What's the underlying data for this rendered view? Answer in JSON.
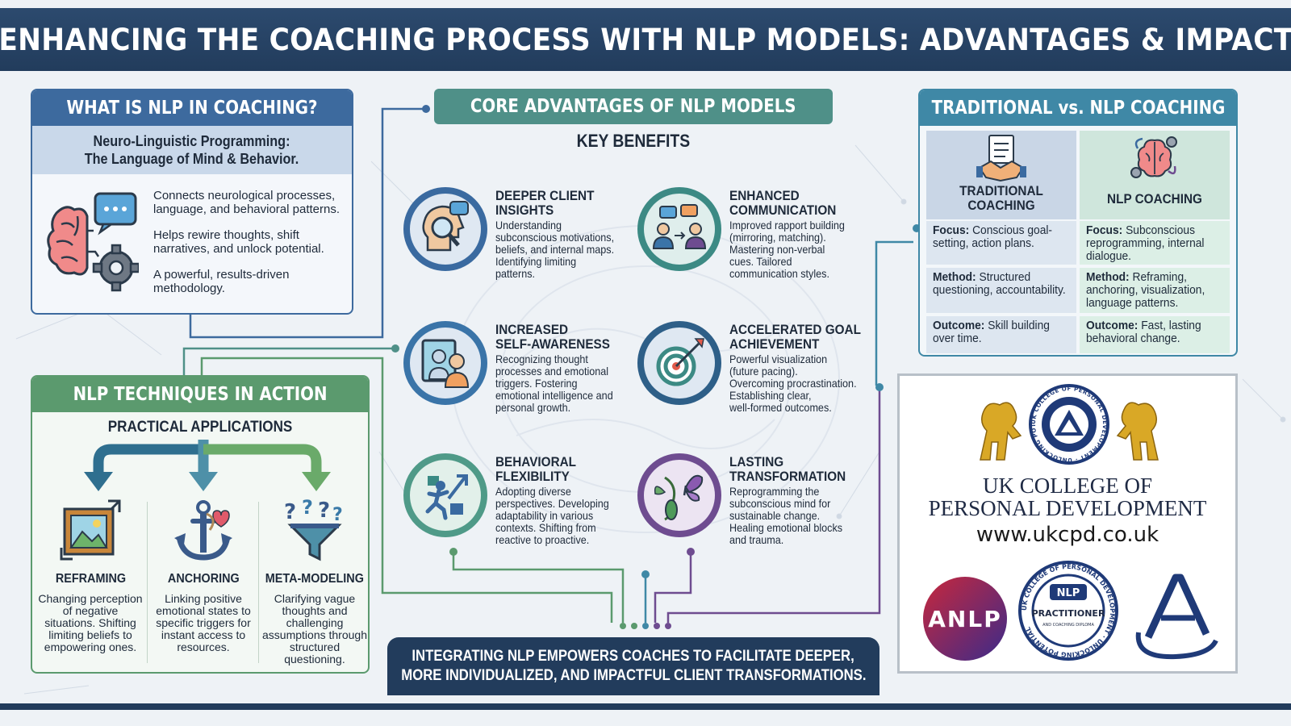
{
  "header": {
    "title": "ENHANCING THE COACHING PROCESS WITH NLP MODELS: ADVANTAGES & IMPACT"
  },
  "what_is": {
    "title": "WHAT IS NLP IN COACHING?",
    "subtitle_line1": "Neuro-Linguistic Programming:",
    "subtitle_line2": "The Language of Mind & Behavior.",
    "points": [
      "Connects neurological processes, language, and behavioral patterns.",
      "Helps rewire thoughts, shift narratives, and unlock potential.",
      "A powerful, results-driven methodology."
    ],
    "icon": "brain-speech-gear-icon"
  },
  "techniques": {
    "title": "NLP TECHNIQUES IN ACTION",
    "subtitle": "PRACTICAL APPLICATIONS",
    "items": [
      {
        "name": "REFRAMING",
        "desc": "Changing perception of negative situations. Shifting limiting beliefs to empowering ones.",
        "icon": "picture-frame-icon"
      },
      {
        "name": "ANCHORING",
        "desc": "Linking positive emotional states to specific triggers for instant access to resources.",
        "icon": "anchor-heart-icon"
      },
      {
        "name": "META-MODELING",
        "desc": "Clarifying vague thoughts and challenging assumptions through structured questioning.",
        "icon": "question-funnel-icon"
      }
    ],
    "colors": {
      "accent": "#5b9a6e",
      "arrow_left": "#2f6f8f",
      "arrow_mid": "#4e90a8",
      "arrow_right": "#6aaa6a"
    }
  },
  "core": {
    "title": "CORE ADVANTAGES OF NLP MODELS",
    "subtitle": "KEY BENEFITS",
    "benefits": [
      {
        "name1": "DEEPER CLIENT",
        "name2": "INSIGHTS",
        "desc": [
          "Understanding",
          "subconscious motivations,",
          "beliefs, and internal maps.",
          "Identifying limiting",
          "patterns."
        ],
        "icon": "head-magnifier-icon",
        "color": "#3a6aa0"
      },
      {
        "name1": "ENHANCED",
        "name2": "COMMUNICATION",
        "desc": [
          "Improved rapport building",
          "(mirroring, matching).",
          "Mastering non-verbal",
          "cues. Tailored",
          "communication styles."
        ],
        "icon": "people-chat-icon",
        "color": "#3c8a84"
      },
      {
        "name1": "INCREASED",
        "name2": "SELF-AWARENESS",
        "desc": [
          "Recognizing thought",
          "processes and emotional",
          "triggers. Fostering",
          "emotional intelligence and",
          "personal growth."
        ],
        "icon": "mirror-reflection-icon",
        "color": "#3a74a8"
      },
      {
        "name1": "ACCELERATED GOAL",
        "name2": "ACHIEVEMENT",
        "desc": [
          "Powerful visualization",
          "(future pacing).",
          "Overcoming procrastination.",
          "Establishing clear,",
          "well-formed outcomes."
        ],
        "icon": "target-arrow-icon",
        "color": "#2e5f88"
      },
      {
        "name1": "BEHAVIORAL",
        "name2": "FLEXIBILITY",
        "desc": [
          "Adopting diverse",
          "perspectives. Developing",
          "adaptability in various",
          "contexts. Shifting from",
          "reactive to proactive."
        ],
        "icon": "runner-steps-icon",
        "color": "#4f9a88"
      },
      {
        "name1": "LASTING",
        "name2": "TRANSFORMATION",
        "desc": [
          "Reprogramming the",
          "subconscious mind for",
          "sustainable change.",
          "Healing emotional blocks",
          "and trauma."
        ],
        "icon": "butterfly-cocoon-icon",
        "color": "#6e4c90"
      }
    ]
  },
  "versus": {
    "title": "TRADITIONAL vs. NLP COACHING",
    "traditional": {
      "name1": "TRADITIONAL",
      "name2": "COACHING",
      "icon": "handshake-clipboard-icon",
      "rows": [
        {
          "label": "Focus:",
          "text": "Conscious goal-setting, action plans."
        },
        {
          "label": "Method:",
          "text": "Structured questioning, accountability."
        },
        {
          "label": "Outcome:",
          "text": "Skill building over time."
        }
      ]
    },
    "nlp": {
      "name": "NLP COACHING",
      "icon": "brain-gears-icon",
      "rows": [
        {
          "label": "Focus:",
          "text": "Subconscious reprogramming, internal dialogue."
        },
        {
          "label": "Method:",
          "text": "Reframing, anchoring, visualization, language patterns."
        },
        {
          "label": "Outcome:",
          "text": "Fast, lasting behavioral change."
        }
      ]
    }
  },
  "college": {
    "name_line1": "UK COLLEGE OF",
    "name_line2": "PERSONAL DEVELOPMENT",
    "url": "www.ukcpd.co.uk",
    "crest_ring_text": "UK COLLEGE OF PERSONAL DEVELOPMENT · UNLOCKING POTENTIAL",
    "badges": [
      {
        "icon": "anlp-logo",
        "text": "ANLP"
      },
      {
        "icon": "nlp-practitioner-seal",
        "top": "NLP",
        "middle": "PRACTITIONER",
        "bottom": "AND COACHING DIPLOMA",
        "ring": "UK COLLEGE OF PERSONAL DEVELOPMENT · UNLOCKING POTENTIAL"
      },
      {
        "icon": "accreditation-a-logo"
      }
    ]
  },
  "banner": {
    "line1": "INTEGRATING NLP EMPOWERS COACHES TO FACILITATE DEEPER,",
    "line2": "MORE INDIVIDUALIZED, AND IMPACTFUL CLIENT TRANSFORMATIONS."
  }
}
